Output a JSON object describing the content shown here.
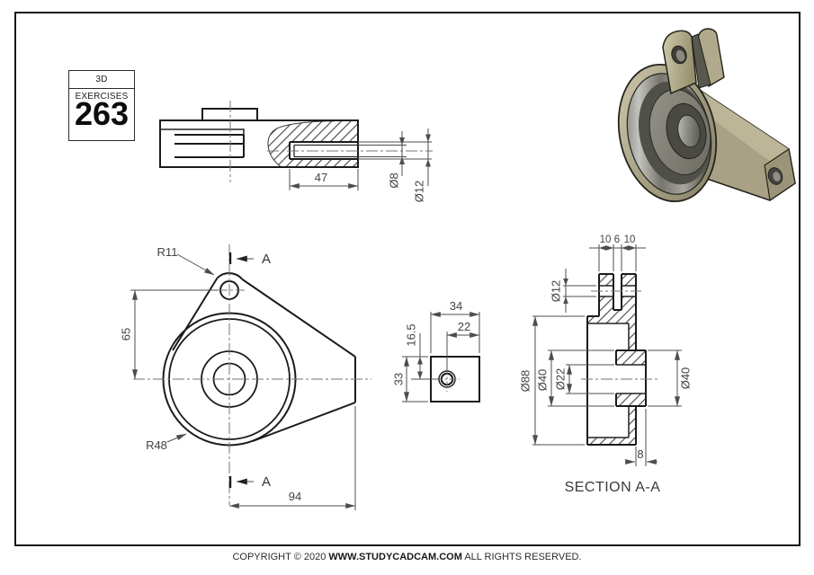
{
  "exercise_box": {
    "label": "3D EXERCISES",
    "number": "263"
  },
  "top_view": {
    "dim_47": "47",
    "dim_d8": "Ø8",
    "dim_d12": "Ø12"
  },
  "front_view": {
    "r11": "R11",
    "r48": "R48",
    "dim_65": "65",
    "dim_94": "94",
    "section_label_top": "A",
    "section_label_bottom": "A"
  },
  "side_view": {
    "dim_34": "34",
    "dim_22": "22",
    "dim_16_5": "16.5",
    "dim_33": "33"
  },
  "section_view": {
    "dim_10_left": "10",
    "dim_6": "6",
    "dim_10_right": "10",
    "dim_d12": "Ø12",
    "dim_d88": "Ø88",
    "dim_d40_left": "Ø40",
    "dim_d22": "Ø22",
    "dim_d40_right": "Ø40",
    "dim_8": "8",
    "title": "SECTION A-A"
  },
  "footer": {
    "prefix": "COPYRIGHT © 2020 ",
    "site": "WWW.STUDYCADCAM.COM",
    "suffix": " ALL RIGHTS RESERVED."
  },
  "colors": {
    "line": "#1b1b1b",
    "dim": "#4d4d4d",
    "body": "#a8a185",
    "body_light": "#bcb597",
    "body_dark": "#8a8468",
    "bore_dark": "#50504a",
    "metal_light": "#c2c2bc",
    "slot_dark": "#59584c"
  }
}
